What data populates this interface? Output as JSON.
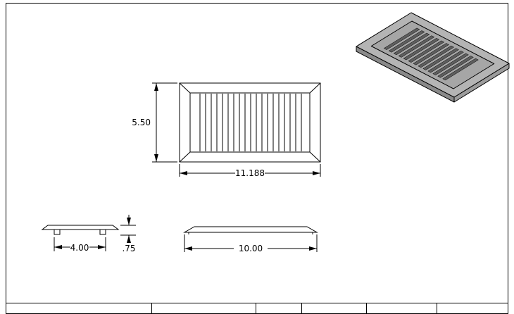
{
  "drawing": {
    "dims": {
      "height": "5.50",
      "width": "11.188",
      "tab_spacing": "4.00",
      "thickness": ".75",
      "base_length": "10.00"
    },
    "colors": {
      "line": "#000000",
      "background": "#ffffff",
      "iso_face": "#b4b4b4",
      "iso_panel": "#a6a6a6",
      "iso_slot": "#5e5e5e",
      "iso_edge_left": "#8a8a8a",
      "iso_edge_right": "#9c9c9c"
    }
  }
}
